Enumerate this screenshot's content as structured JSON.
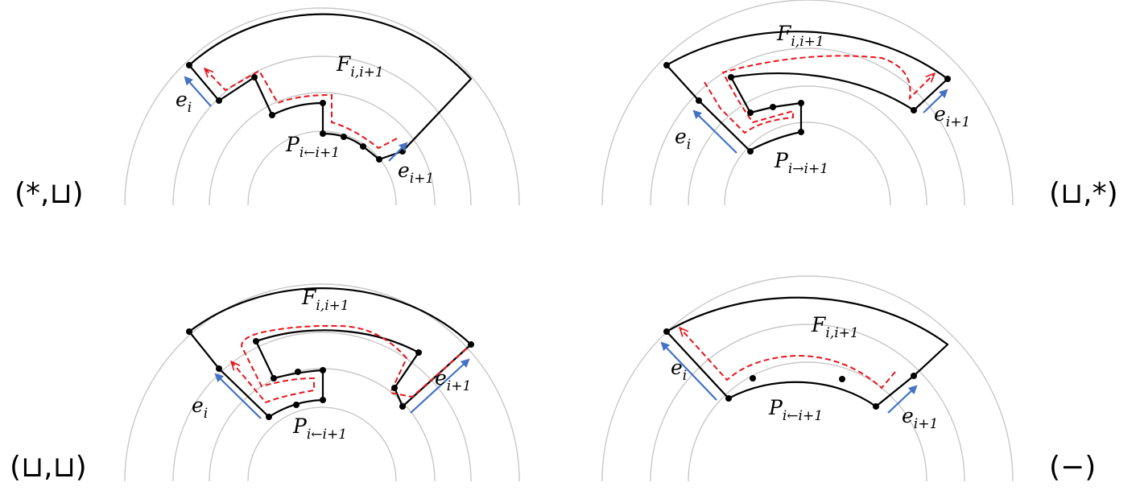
{
  "panels": [
    {
      "case_label": "(*,⊔)",
      "face": {
        "base": "F",
        "sub": "i,i+1"
      },
      "path": {
        "base": "P",
        "sub": "i←i+1"
      },
      "edge_a": {
        "base": "e",
        "sub": "i"
      },
      "edge_b": {
        "base": "e",
        "sub": "i+1"
      }
    },
    {
      "case_label": "(⊔,*)",
      "face": {
        "base": "F",
        "sub": "i,i+1"
      },
      "path": {
        "base": "P",
        "sub": "i→i+1"
      },
      "edge_a": {
        "base": "e",
        "sub": "i"
      },
      "edge_b": {
        "base": "e",
        "sub": "i+1"
      }
    },
    {
      "case_label": "(⊔,⊔)",
      "face": {
        "base": "F",
        "sub": "i,i+1"
      },
      "path": {
        "base": "P",
        "sub": "i←i+1"
      },
      "edge_a": {
        "base": "e",
        "sub": "i"
      },
      "edge_b": {
        "base": "e",
        "sub": "i+1"
      }
    },
    {
      "case_label": "(−)",
      "face": {
        "base": "F",
        "sub": "i,i+1"
      },
      "path": {
        "base": "P",
        "sub": "i←i+1"
      },
      "edge_a": {
        "base": "e",
        "sub": "i"
      },
      "edge_b": {
        "base": "e",
        "sub": "i+1"
      }
    }
  ],
  "colors": {
    "guide_circle": "#c8c8c8",
    "boundary": "#000000",
    "dashed_path": "#e8141b",
    "edge_arrow": "#4472c4"
  }
}
